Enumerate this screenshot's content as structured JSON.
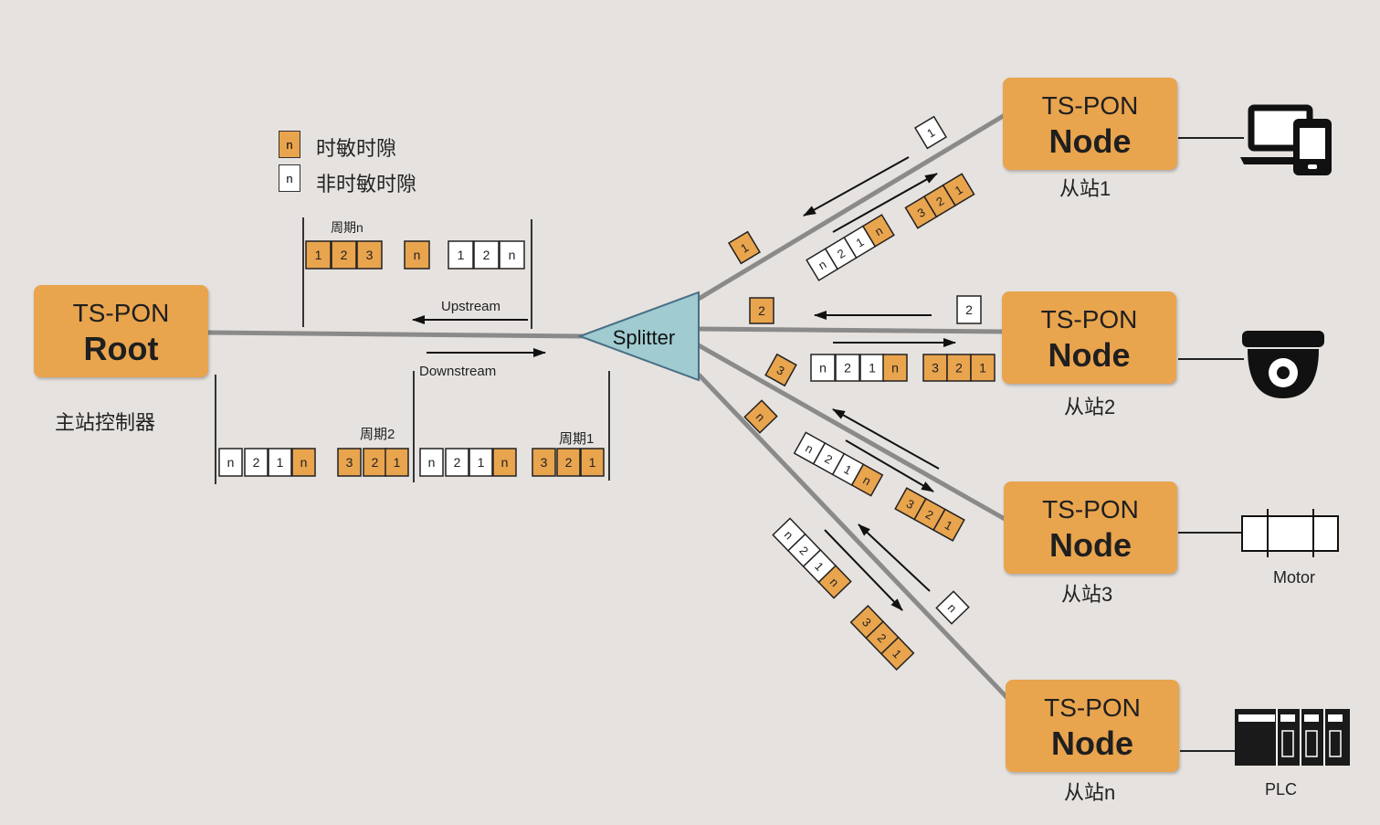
{
  "root": {
    "line1": "TS-PON",
    "line2": "Root",
    "caption": "主站控制器"
  },
  "nodes": [
    {
      "line1": "TS-PON",
      "line2": "Node",
      "caption": "从站1"
    },
    {
      "line1": "TS-PON",
      "line2": "Node",
      "caption": "从站2"
    },
    {
      "line1": "TS-PON",
      "line2": "Node",
      "caption": "从站3"
    },
    {
      "line1": "TS-PON",
      "line2": "Node",
      "caption": "从站n"
    }
  ],
  "splitter": "Splitter",
  "legend": [
    {
      "glyph": "n",
      "text": "时敏时隙",
      "color": "#e9a44e"
    },
    {
      "glyph": "n",
      "text": "非时敏时隙",
      "color": "#ffffff"
    }
  ],
  "directions": {
    "upstream": "Upstream",
    "downstream": "Downstream"
  },
  "periods": {
    "n": "周期n",
    "p2": "周期2",
    "p1": "周期1"
  },
  "devices": {
    "motor": "Motor",
    "plc": "PLC"
  },
  "slot_labels": {
    "upstream_period": [
      "1",
      "2",
      "3",
      "n",
      "1",
      "2",
      "n"
    ],
    "downstream_frame": [
      "n",
      "2",
      "1",
      "n",
      "3",
      "2",
      "1"
    ]
  },
  "colors": {
    "time_sensitive": "#e9a44e",
    "non_time_sensitive": "#ffffff",
    "fiber": "#8a8a8a",
    "splitter": "#9fcbd1",
    "background": "#e6e2df"
  }
}
